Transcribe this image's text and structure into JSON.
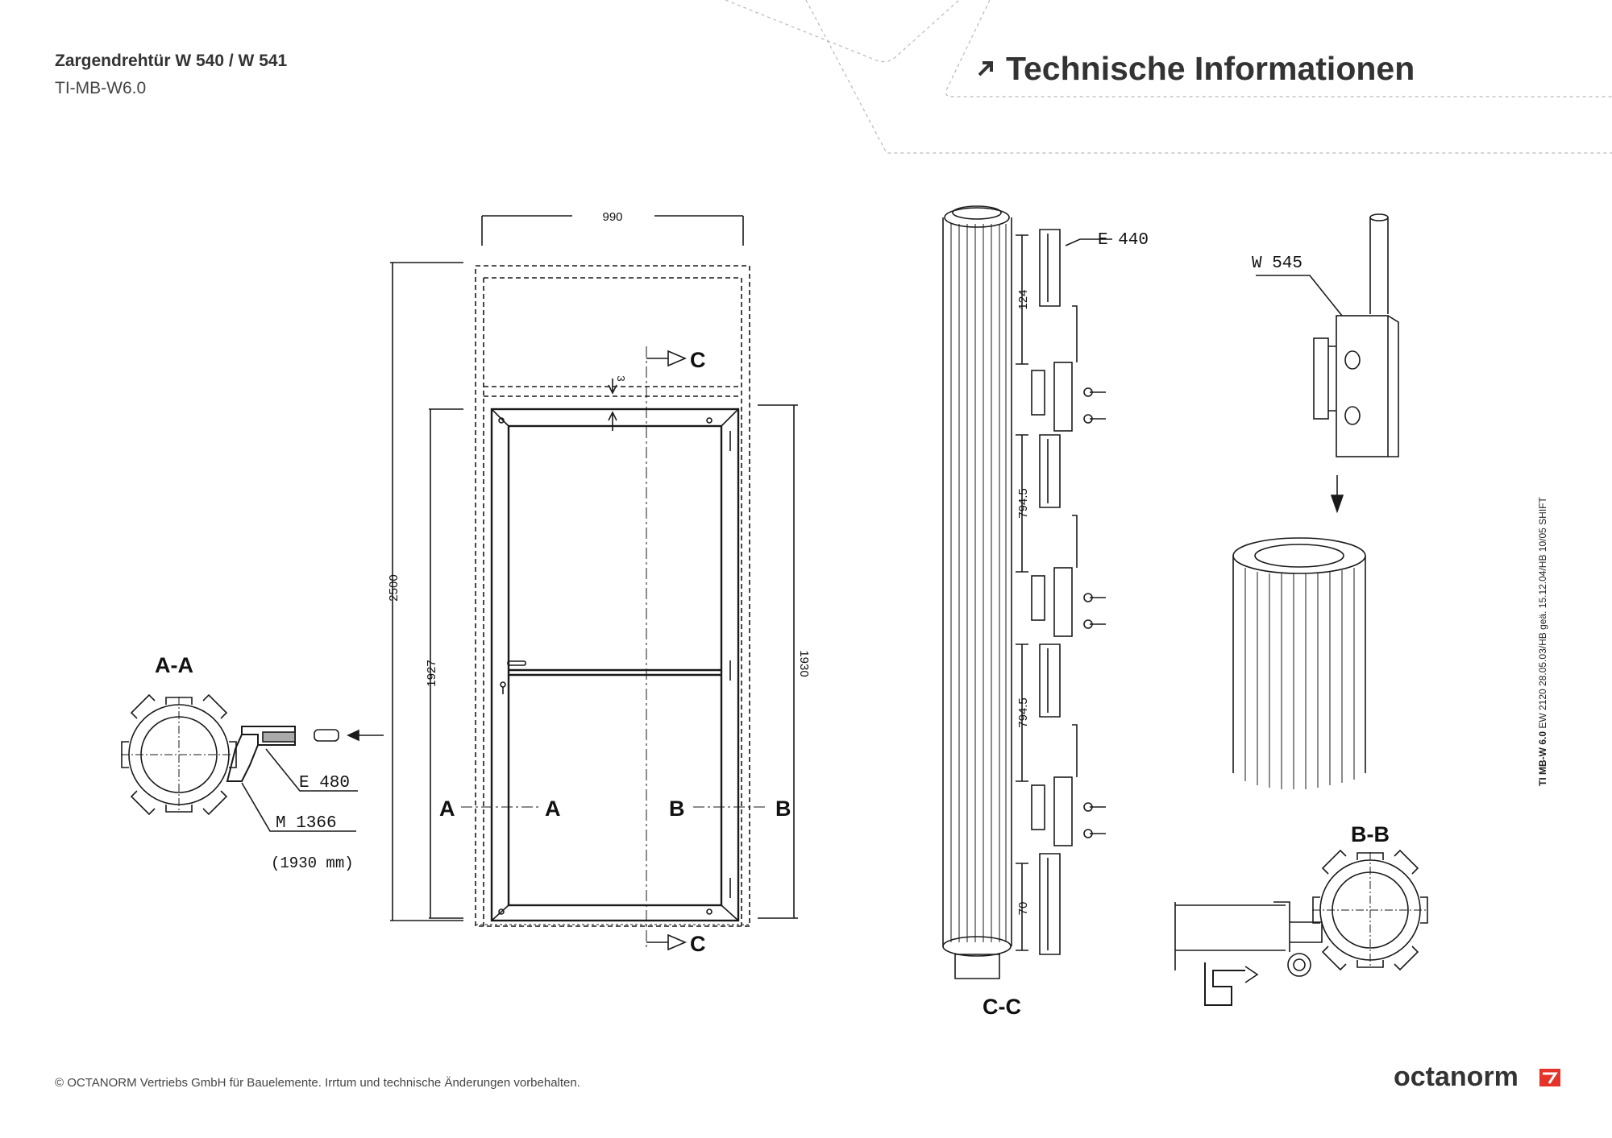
{
  "header": {
    "doc_title": "Zargendrehtür W 540 / W 541",
    "doc_code": "TI-MB-W6.0",
    "section_title": "Technische Informationen"
  },
  "drawing": {
    "dim_width": "990",
    "dim_height_total": "2500",
    "dim_height_door": "1927",
    "dim_height_frame": "1930",
    "dim_gap": "3",
    "section_labels": {
      "c_top": "C",
      "c_bottom": "C",
      "a_left": "A",
      "a_right": "A",
      "b_left": "B",
      "b_right": "B"
    },
    "detail_aa": {
      "title": "A-A",
      "part_e": "E 480",
      "part_m": "M 1366",
      "part_m_length": "(1930 mm)"
    },
    "detail_cc": {
      "title": "C-C",
      "part_e": "E 440",
      "dim_1": "124",
      "dim_2": "794.5",
      "dim_3": "794.5",
      "dim_4": "70"
    },
    "detail_bb": {
      "title": "B-B",
      "part_w": "W 545"
    }
  },
  "side_note": {
    "bold": "TI MB-W 6.0",
    "text": " EW 2120 28.05.03/HB geä. 15.12.04/HB 10/05 SHIFT"
  },
  "footer": {
    "copyright": "© OCTANORM Vertriebs GmbH für Bauelemente. Irrtum und technische Änderungen vorbehalten.",
    "brand": "octanorm"
  },
  "colors": {
    "brand_red": "#e5332a",
    "text": "#333333",
    "line": "#1a1a1a"
  }
}
